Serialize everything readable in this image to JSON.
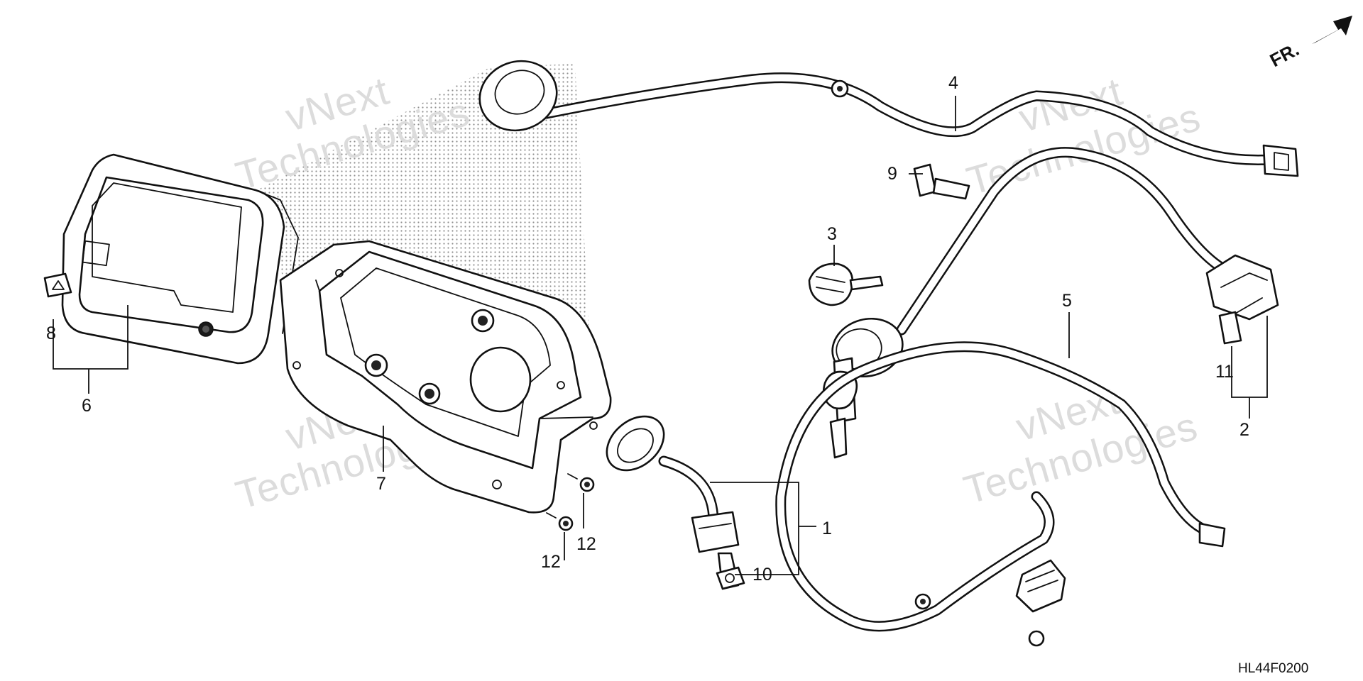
{
  "diagram": {
    "drawing_code": "HL44F0200",
    "direction_label": "FR.",
    "watermark": {
      "line1": "vNext",
      "line2": "Technologies"
    },
    "callouts": [
      {
        "id": "1",
        "text": "1"
      },
      {
        "id": "2",
        "text": "2"
      },
      {
        "id": "3",
        "text": "3"
      },
      {
        "id": "4",
        "text": "4"
      },
      {
        "id": "5",
        "text": "5"
      },
      {
        "id": "6",
        "text": "6"
      },
      {
        "id": "7",
        "text": "7"
      },
      {
        "id": "8",
        "text": "8"
      },
      {
        "id": "9",
        "text": "9"
      },
      {
        "id": "10",
        "text": "10"
      },
      {
        "id": "11",
        "text": "11"
      },
      {
        "id": "12a",
        "text": "12"
      },
      {
        "id": "12b",
        "text": "12"
      }
    ]
  }
}
